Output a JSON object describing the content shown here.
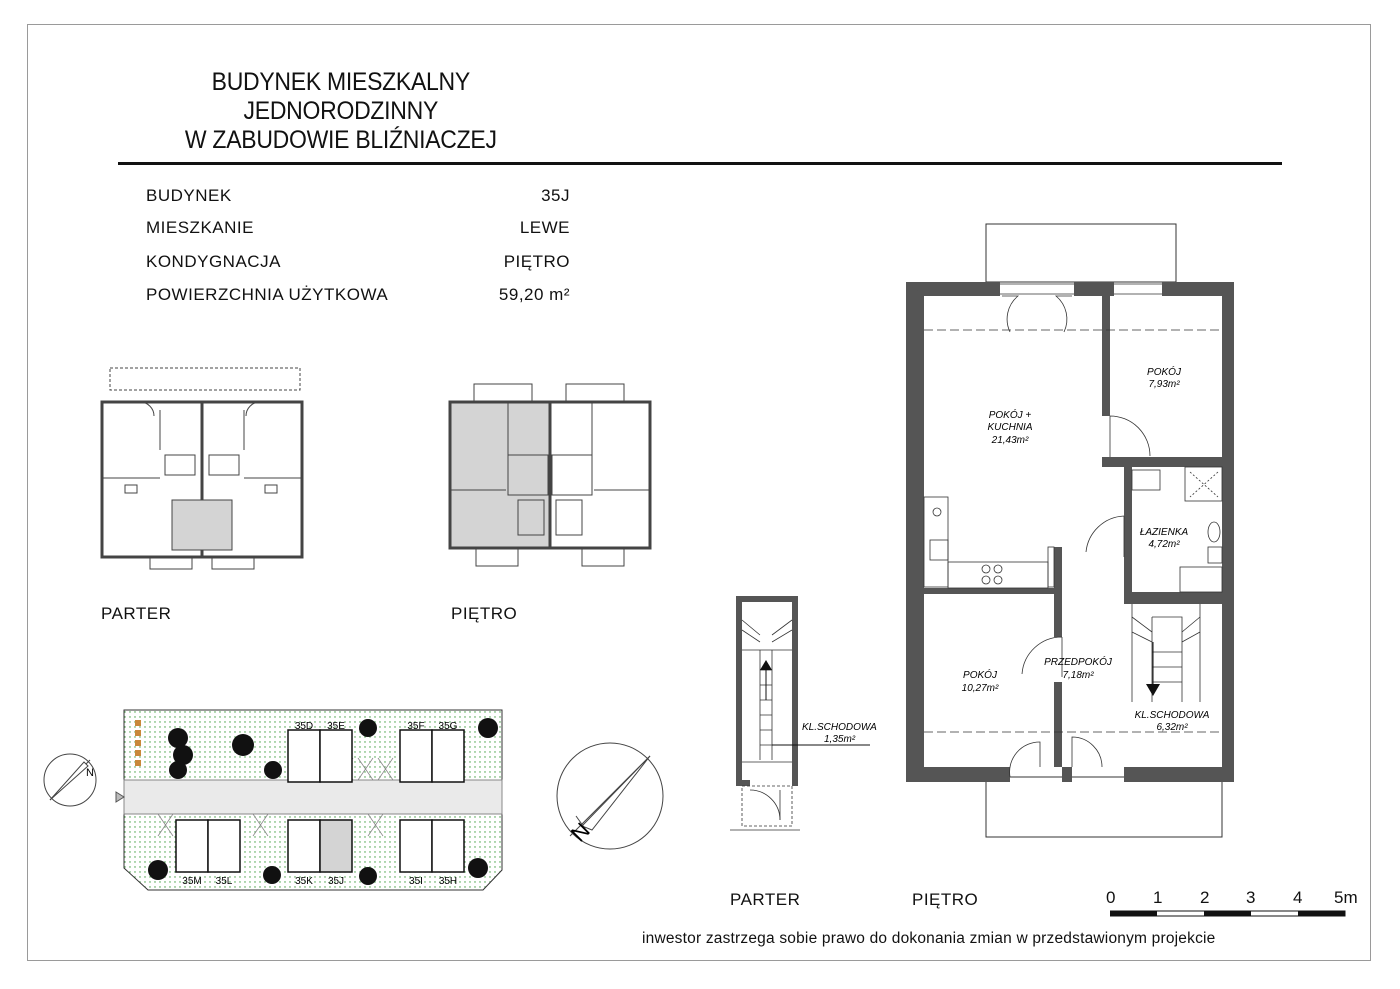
{
  "title": {
    "line1": "BUDYNEK MIESZKALNY JEDNORODZINNY",
    "line2": "W ZABUDOWIE BLIŹNIACZEJ"
  },
  "info": [
    {
      "label": "BUDYNEK",
      "value": "35J"
    },
    {
      "label": "MIESZKANIE",
      "value": "LEWE"
    },
    {
      "label": "KONDYGNACJA",
      "value": "PIĘTRO"
    },
    {
      "label": "POWIERZCHNIA UŻYTKOWA",
      "value": "59,20 m²"
    }
  ],
  "key_plans": {
    "parter_label": "PARTER",
    "pietro_label": "PIĘTRO"
  },
  "site_plan": {
    "north_label": "N",
    "buildings_top": [
      "35D",
      "35E",
      "35F",
      "35G"
    ],
    "buildings_bottom": [
      "35M",
      "35L",
      "35K",
      "35J",
      "35I",
      "35H"
    ]
  },
  "main_plan": {
    "rooms": [
      {
        "name": "POKÓJ +",
        "name2": "KUCHNIA",
        "area": "21,43m²"
      },
      {
        "name": "POKÓJ",
        "area": "7,93m²"
      },
      {
        "name": "ŁAZIENKA",
        "area": "4,72m²"
      },
      {
        "name": "POKÓJ",
        "area": "10,27m²"
      },
      {
        "name": "PRZEDPOKÓJ",
        "area": "7,18m²"
      },
      {
        "name": "KL.SCHODOWA",
        "area": "6,32m²"
      }
    ],
    "stair_parter": {
      "name": "KL.SCHODOWA",
      "area": "1,35m²"
    },
    "parter_label": "PARTER",
    "pietro_label": "PIĘTRO",
    "north_label": "N"
  },
  "scale_bar": {
    "ticks": [
      "0",
      "1",
      "2",
      "3",
      "4",
      "5m"
    ]
  },
  "disclaimer": "inwestor zastrzega sobie prawo do dokonania zmian w przedstawionym projekcie",
  "colors": {
    "wall": "#555555",
    "highlight": "#d4d4d4",
    "greenery": "#3c9a3c",
    "line": "#111111"
  }
}
